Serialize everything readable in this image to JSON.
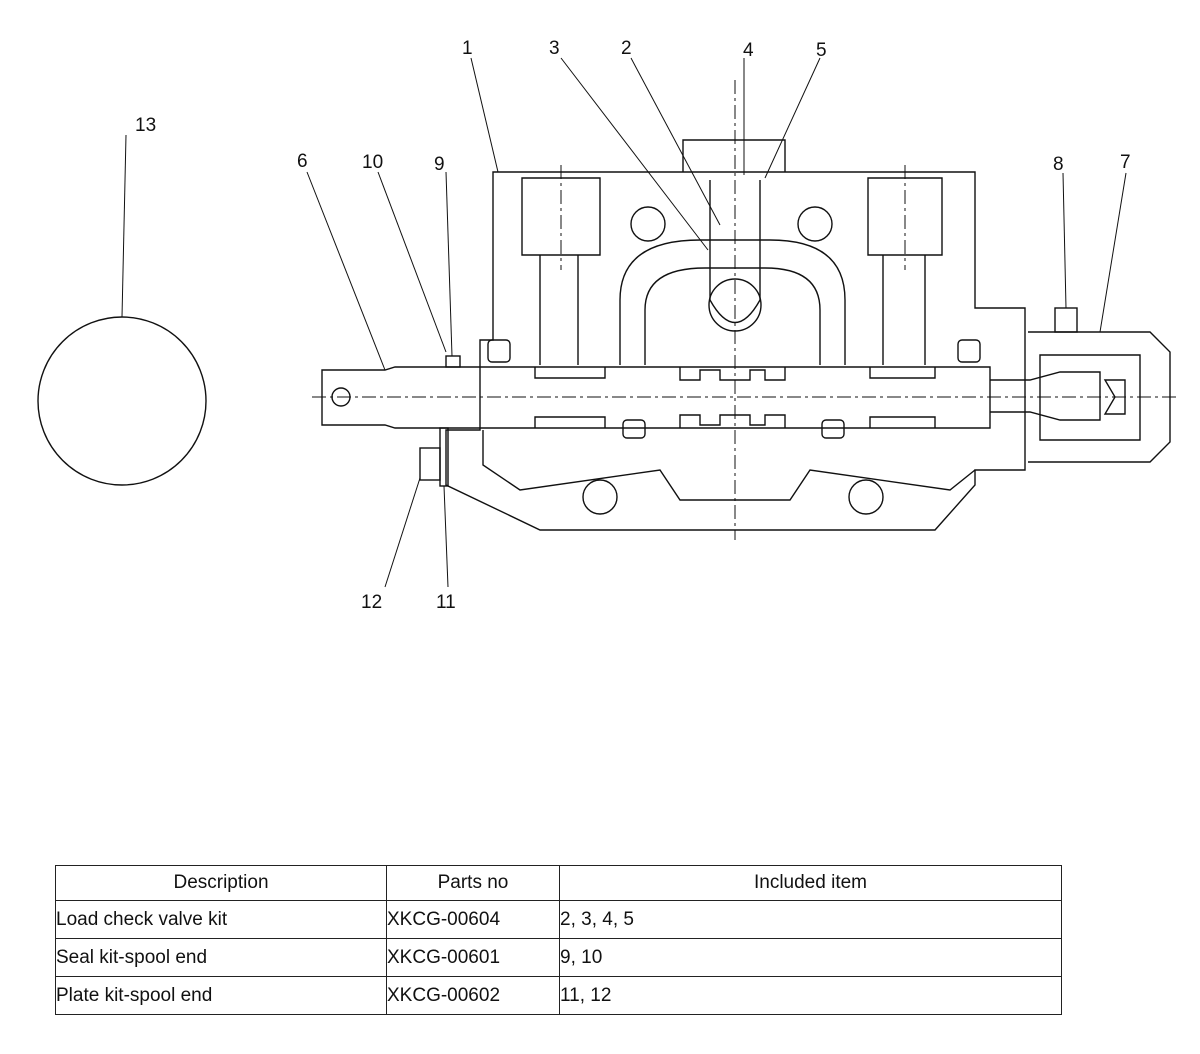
{
  "diagram": {
    "callouts": [
      "1",
      "2",
      "3",
      "4",
      "5",
      "6",
      "7",
      "8",
      "9",
      "10",
      "11",
      "12",
      "13"
    ]
  },
  "table": {
    "headers": [
      "Description",
      "Parts no",
      "Included item"
    ],
    "rows": [
      [
        "Load check valve kit",
        "XKCG-00604",
        "2, 3, 4, 5"
      ],
      [
        "Seal kit-spool end",
        "XKCG-00601",
        "9, 10"
      ],
      [
        "Plate kit-spool end",
        "XKCG-00602",
        "11, 12"
      ]
    ]
  }
}
